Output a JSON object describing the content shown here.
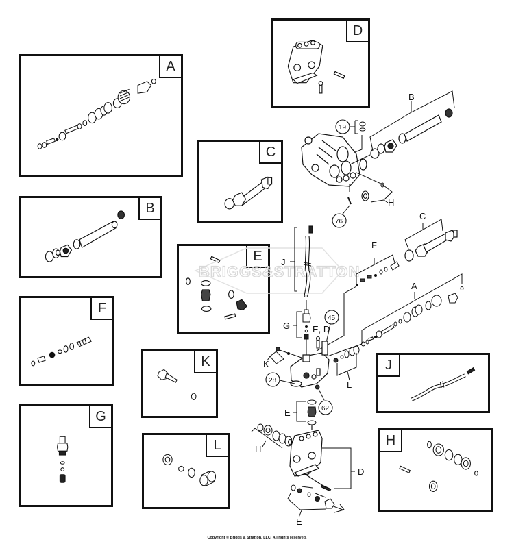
{
  "diagram": {
    "title": "Pressure Washer Pump Parts Diagram",
    "watermark": "BRIGGS&STRATTON",
    "copyright": "Copyright © Briggs & Stratton, LLC. All rights reserved.",
    "kits": [
      {
        "id": "A",
        "label": "A"
      },
      {
        "id": "B",
        "label": "B"
      },
      {
        "id": "C",
        "label": "C"
      },
      {
        "id": "D",
        "label": "D"
      },
      {
        "id": "E",
        "label": "E"
      },
      {
        "id": "F",
        "label": "F"
      },
      {
        "id": "G",
        "label": "G"
      },
      {
        "id": "H",
        "label": "H"
      },
      {
        "id": "J",
        "label": "J"
      },
      {
        "id": "K",
        "label": "K"
      },
      {
        "id": "L",
        "label": "L"
      }
    ],
    "callouts": {
      "B": "B",
      "H_top": "H",
      "C": "C",
      "F": "F",
      "A": "A",
      "J": "J",
      "G": "G",
      "ED": "E, D",
      "K": "K",
      "L": "L",
      "E_mid": "E",
      "H_bottom": "H",
      "D": "D",
      "E_bottom": "E"
    },
    "part_numbers": {
      "p19": "19",
      "p76": "76",
      "p45": "45",
      "p28": "28",
      "p62": "62"
    }
  }
}
